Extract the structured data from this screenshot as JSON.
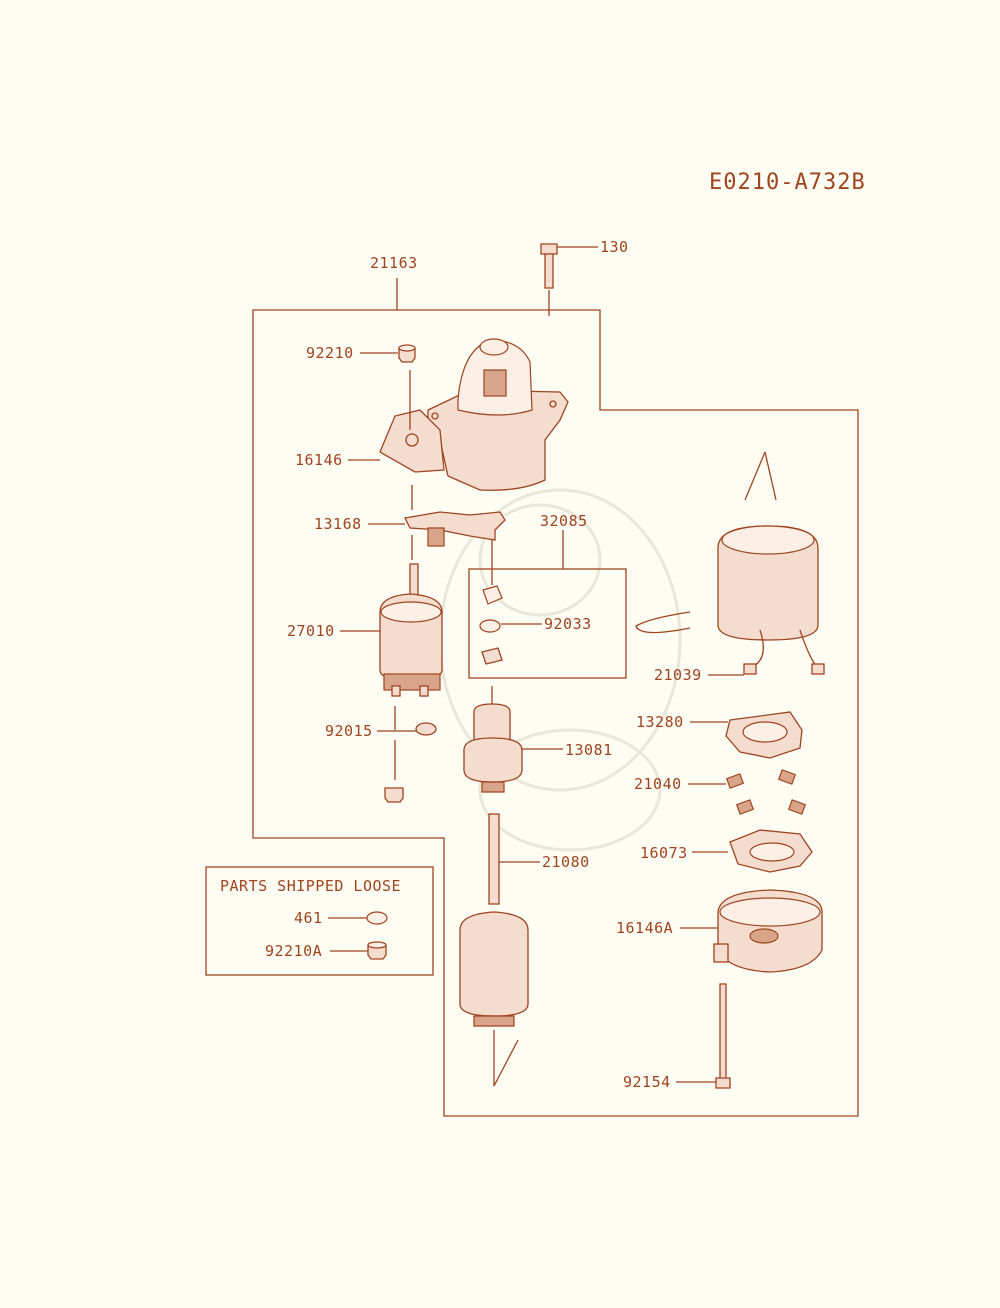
{
  "diagram_code": "E0210-A732B",
  "loose_parts_title": "PARTS SHIPPED LOOSE",
  "colors": {
    "ink": "#a0441e",
    "paper": "#fdfdf4",
    "fill": "#f4dccf"
  },
  "callouts": {
    "p130": "130",
    "p21163": "21163",
    "p92210": "92210",
    "p16146": "16146",
    "p13168": "13168",
    "p32085": "32085",
    "p92033": "92033",
    "p27010": "27010",
    "p21039": "21039",
    "p13280": "13280",
    "p92015": "92015",
    "p13081": "13081",
    "p21040": "21040",
    "p16073": "16073",
    "p21080": "21080",
    "p16146A": "16146A",
    "p461": "461",
    "p92210A": "92210A",
    "p92154": "92154"
  }
}
